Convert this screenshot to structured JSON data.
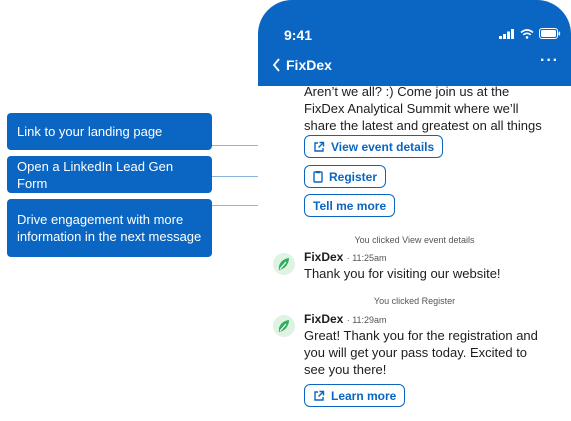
{
  "callouts": [
    {
      "text": "Link to your landing page"
    },
    {
      "text": "Open a LinkedIn Lead Gen Form"
    },
    {
      "text": "Drive engagement with more information in the next message"
    }
  ],
  "status_bar": {
    "time": "9:41"
  },
  "header": {
    "title": "FixDex",
    "more": "···"
  },
  "first_message": {
    "text": "Aren’t we all? :) Come join us at the FixDex Analytical Summit where we’ll share the latest and greatest on all things analytical."
  },
  "buttons": {
    "view_event": "View event details",
    "register": "Register",
    "tell_more": "Tell me more",
    "learn_more": "Learn more"
  },
  "thread": [
    {
      "system": "You clicked View event details",
      "sender": "FixDex",
      "time": "· 11:25am",
      "text": "Thank you for visiting our website!"
    },
    {
      "system": "You clicked Register",
      "sender": "FixDex",
      "time": "· 11:29am",
      "text": "Great! Thank you for the registration and you will get your pass today. Excited to see you there!"
    }
  ],
  "colors": {
    "brand_blue": "#0a66c2",
    "connector": "#8ab4d8",
    "avatar_bg": "#dff3e3",
    "avatar_leaf": "#2fae5f"
  }
}
